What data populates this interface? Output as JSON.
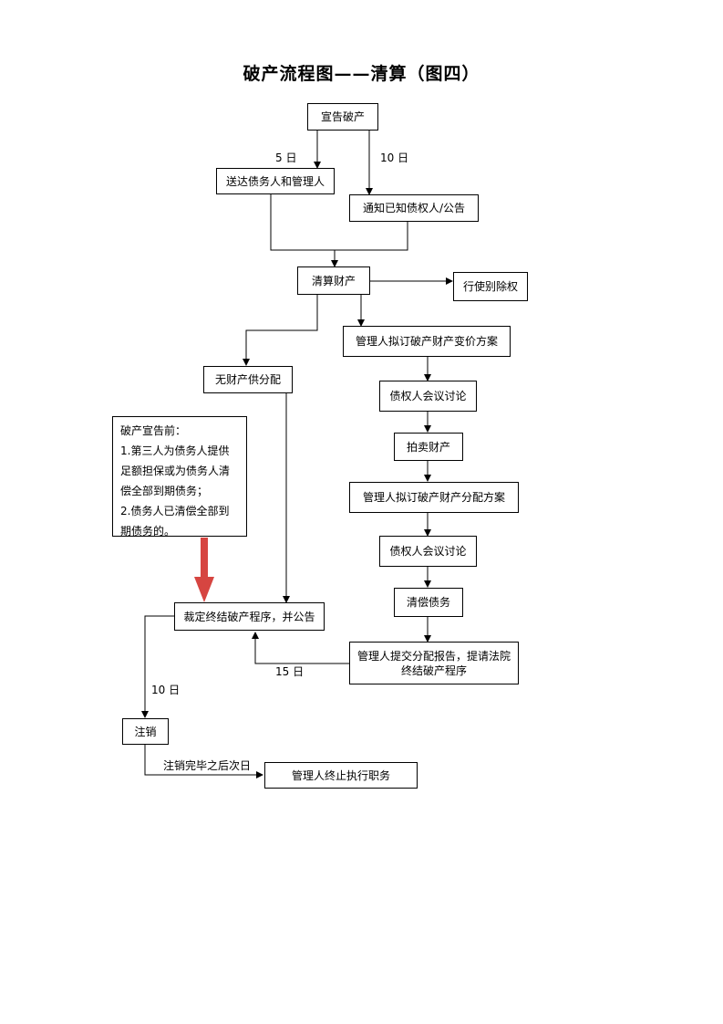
{
  "title": "破产流程图——清算（图四）",
  "nodes": {
    "declare": "宣告破产",
    "deliver": "送达债务人和管理人",
    "notify": "通知已知债权人/公告",
    "liquidate": "清算财产",
    "exercise": "行使别除权",
    "plan_sale": "管理人拟订破产财产变价方案",
    "creditors_meeting_1": "债权人会议讨论",
    "auction": "拍卖财产",
    "plan_distribute": "管理人拟订破产财产分配方案",
    "creditors_meeting_2": "债权人会议讨论",
    "repay": "清偿债务",
    "no_property": "无财产供分配",
    "report_line1": "管理人提交分配报告，提请法院",
    "report_line2": "终结破产程序",
    "terminate": "裁定终结破产程序，并公告",
    "cancel": "注销",
    "admin_end": "管理人终止执行职务"
  },
  "note": {
    "heading": "破产宣告前：",
    "line1": "1.第三人为债务人提供",
    "line2": "足额担保或为债务人清",
    "line3": "偿全部到期债务；",
    "line4": "2.债务人已清偿全部到",
    "line5": "期债务的。"
  },
  "labels": {
    "days_5": "5 日",
    "days_10_top": "10 日",
    "days_15": "15 日",
    "days_10_bottom": "10 日",
    "after_cancel": "注销完毕之后次日"
  },
  "colors": {
    "line": "#000000",
    "highlight_arrow": "#d64541"
  }
}
